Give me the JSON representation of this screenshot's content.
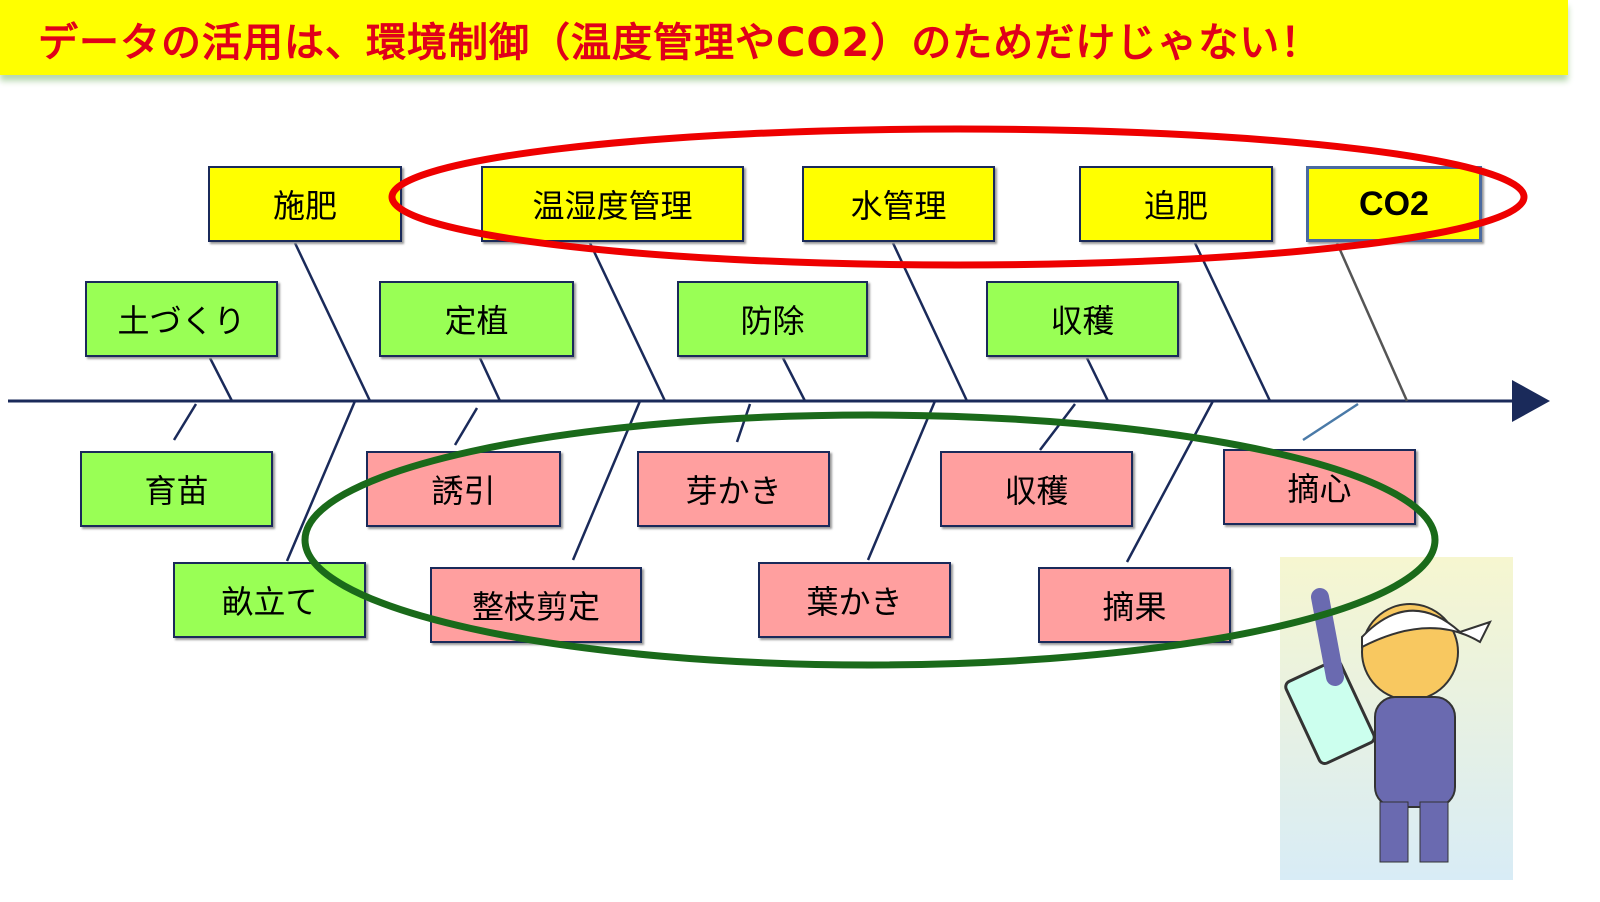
{
  "title": "データの活用は、環境制御（温度管理やCO2）のためだけじゃない！",
  "colors": {
    "title_bg": "#ffff00",
    "title_text": "#e0001a",
    "environment": "#ffff00",
    "growth_task": "#99ff55",
    "plant_work": "#ff9f9f",
    "red_ellipse": "#ee0000",
    "green_ellipse": "#1a6a1a",
    "spine": "#1a2a5a"
  },
  "environment_items": [
    "施肥",
    "温湿度管理",
    "水管理",
    "追肥",
    "CO2"
  ],
  "growth_items_top": [
    "土づくり",
    "定植",
    "防除",
    "収穫"
  ],
  "bottom_row1": [
    "育苗",
    "誘引",
    "芽かき",
    "収穫",
    "摘心"
  ],
  "bottom_row2": [
    "畝立て",
    "整枝剪定",
    "葉かき",
    "摘果"
  ],
  "illustration": "farmer-with-tablet"
}
